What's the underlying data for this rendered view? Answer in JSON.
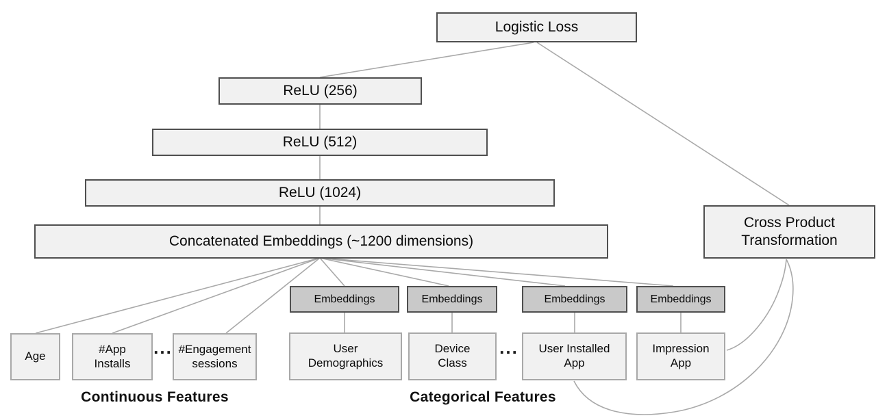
{
  "nodes": {
    "logistic_loss": {
      "label": "Logistic Loss"
    },
    "relu_256": {
      "label": "ReLU (256)"
    },
    "relu_512": {
      "label": "ReLU (512)"
    },
    "relu_1024": {
      "label": "ReLU (1024)"
    },
    "concatenated_embeddings": {
      "label": "Concatenated Embeddings (~1200 dimensions)"
    },
    "cross_product": {
      "label": "Cross Product\nTransformation"
    },
    "embeddings_1": {
      "label": "Embeddings"
    },
    "embeddings_2": {
      "label": "Embeddings"
    },
    "embeddings_3": {
      "label": "Embeddings"
    },
    "embeddings_4": {
      "label": "Embeddings"
    },
    "age": {
      "label": "Age"
    },
    "app_installs": {
      "label": "#App\nInstalls"
    },
    "engagement_sessions": {
      "label": "#Engagement\nsessions"
    },
    "user_demographics": {
      "label": "User\nDemographics"
    },
    "device_class": {
      "label": "Device\nClass"
    },
    "user_installed_app": {
      "label": "User Installed\nApp"
    },
    "impression_app": {
      "label": "Impression\nApp"
    }
  },
  "ellipsis_continuous": "...",
  "ellipsis_categorical": "...",
  "group_labels": {
    "continuous": "Continuous Features",
    "categorical": "Categorical Features"
  },
  "colors": {
    "box_fill": "#f1f1f1",
    "embedding_fill": "#c9c9c9",
    "box_border_dark": "#4f4f4f",
    "box_border_light": "#a8a8a8",
    "connector": "#a9a9a9",
    "text": "#0a0a0a",
    "background": "#ffffff"
  }
}
